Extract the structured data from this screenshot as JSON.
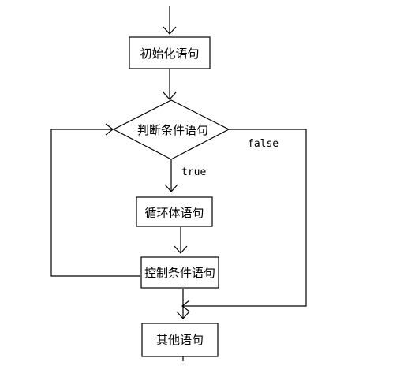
{
  "flowchart": {
    "nodes": {
      "init": "初始化语句",
      "condition": "判断条件语句",
      "body": "循环体语句",
      "control": "控制条件语句",
      "other": "其他语句"
    },
    "edges": {
      "true_label": "true",
      "false_label": "false"
    }
  }
}
